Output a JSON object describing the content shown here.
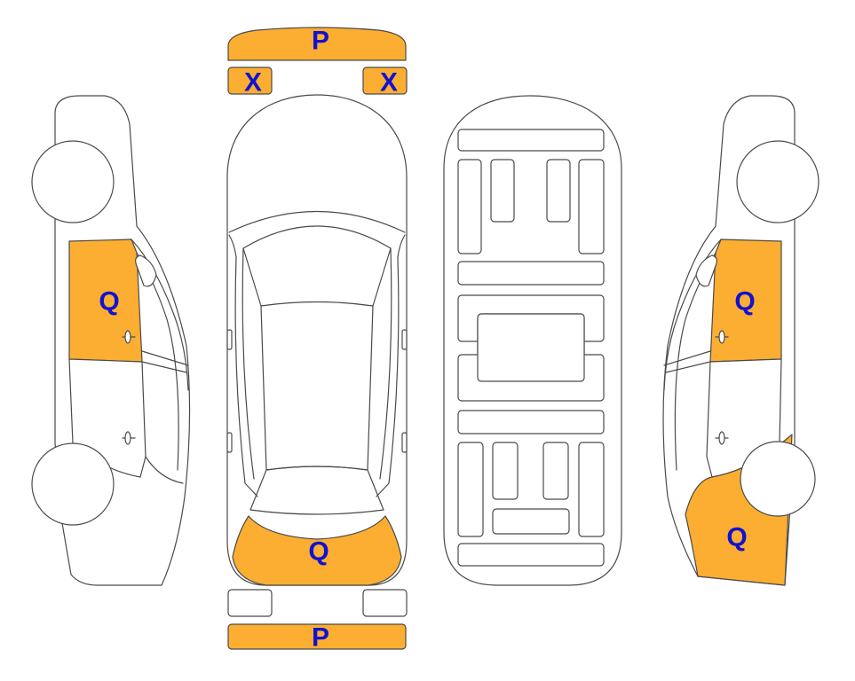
{
  "colors": {
    "damage_fill": "#FBAE32",
    "label_color": "#1212D0",
    "outline": "#4A4A4A",
    "background": "#FFFFFF"
  },
  "labels": {
    "front_bumper": "P",
    "headlight_left": "X",
    "headlight_right": "X",
    "rear_bumper": "P",
    "top_rear_panel": "Q",
    "left_front_door": "Q",
    "right_front_door": "Q",
    "right_rear_quarter": "Q"
  },
  "damage": {
    "front_bumper": true,
    "headlight_left": true,
    "headlight_right": true,
    "taillight_left": false,
    "taillight_right": false,
    "rear_bumper": true,
    "top_rear_panel": true,
    "left_front_door": true,
    "left_rear_door": false,
    "right_front_door": true,
    "right_rear_door": false,
    "right_rear_quarter": true
  }
}
